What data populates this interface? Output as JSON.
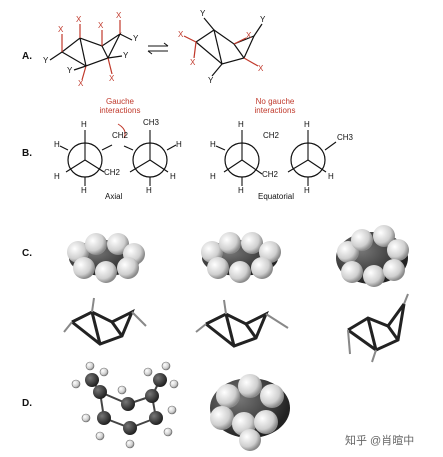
{
  "panels": {
    "a": {
      "label": "A."
    },
    "b": {
      "label": "B.",
      "axial": {
        "note_line1": "Gauche",
        "note_line2": "interactions",
        "caption": "Axial",
        "atoms": {
          "ch2": "CH2",
          "ch3": "CH3",
          "h": "H"
        }
      },
      "equatorial": {
        "note_line1": "No gauche",
        "note_line2": "interactions",
        "caption": "Equatorial",
        "atoms": {
          "ch2": "CH2",
          "ch3": "CH3",
          "h": "H"
        }
      }
    },
    "c": {
      "label": "C."
    },
    "d": {
      "label": "D."
    }
  },
  "substituents": {
    "x": "X",
    "y": "Y"
  },
  "watermark": "知乎 @肖暄中",
  "colors": {
    "red": "#c0392b",
    "ink": "#111111",
    "carbon": "#333333",
    "hydrogen": "#dcdcdc"
  }
}
